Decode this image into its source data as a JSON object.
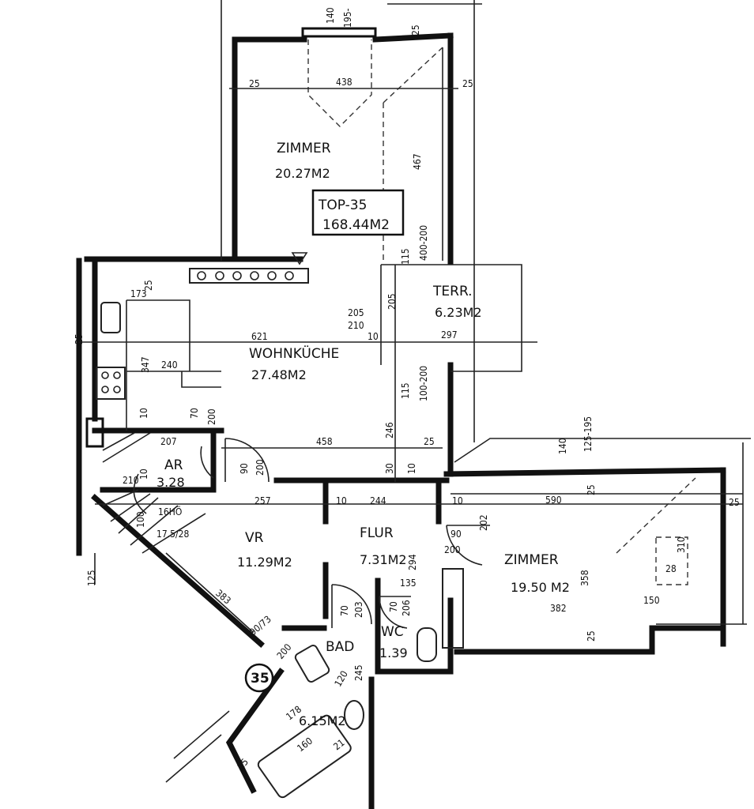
{
  "rooms": {
    "zimmer_top": {
      "name": "ZIMMER",
      "area": "20.27M2"
    },
    "wohnkueche": {
      "name": "WOHNKÜCHE",
      "area": "27.48M2"
    },
    "terr": {
      "name": "TERR.",
      "area": "6.23M2"
    },
    "ar": {
      "name": "AR",
      "area": "3.28"
    },
    "vr": {
      "name": "VR",
      "area": "11.29M2"
    },
    "flur": {
      "name": "FLUR",
      "area": "7.31M2"
    },
    "zimmer_right": {
      "name": "ZIMMER",
      "area": "19.50 M2"
    },
    "bad": {
      "name": "BAD",
      "area": "6.15M2"
    },
    "wc": {
      "name": "WC",
      "area": "1.39"
    }
  },
  "unit_tag": {
    "name": "TOP-35",
    "area": "168.44M2"
  },
  "unit_number": "35",
  "dimensions": {
    "d25a": "25",
    "d438": "438",
    "d25b": "25",
    "d467": "467",
    "d140": "140",
    "d195": "195-",
    "d25top": "25",
    "d400": "400-200",
    "d115a": "115",
    "d205v": "205",
    "d205": "205",
    "d210": "210",
    "d10a": "10",
    "d297": "297",
    "d621": "621",
    "d347": "347",
    "d240": "240",
    "d173": "173",
    "d25c": "25",
    "d25d": "25",
    "d115b": "115",
    "d100": "100-200",
    "d246": "246",
    "d458": "458",
    "d25e": "25",
    "d10b": "10",
    "d70": "70",
    "d200a": "200",
    "d207": "207",
    "d210b": "210",
    "d90": "90",
    "d200b": "200",
    "d257": "257",
    "d10c": "10",
    "d244": "244",
    "d10d": "10",
    "d10e": "10",
    "d30": "30",
    "d10f": "10",
    "d590": "590",
    "d140b": "140",
    "d125": "125-195",
    "d25f": "25",
    "d25g": "25",
    "d310": "310",
    "d358": "358",
    "d382": "382",
    "d150": "150",
    "d28": "28",
    "d25h": "25",
    "d16": "16HÖ",
    "d175": "17.5/28",
    "d100b": "100",
    "d90b": "90",
    "d200c": "200",
    "d202": "202",
    "d294": "294",
    "d135": "135",
    "d70b": "70",
    "d203": "203",
    "d70c": "70",
    "d206": "206",
    "d383": "383",
    "d907": "90/73",
    "d200d": "200",
    "d120": "120",
    "d245": "245",
    "d178": "178",
    "d160": "160",
    "d21": "21",
    "d125b": "125",
    "d25i": "25"
  }
}
